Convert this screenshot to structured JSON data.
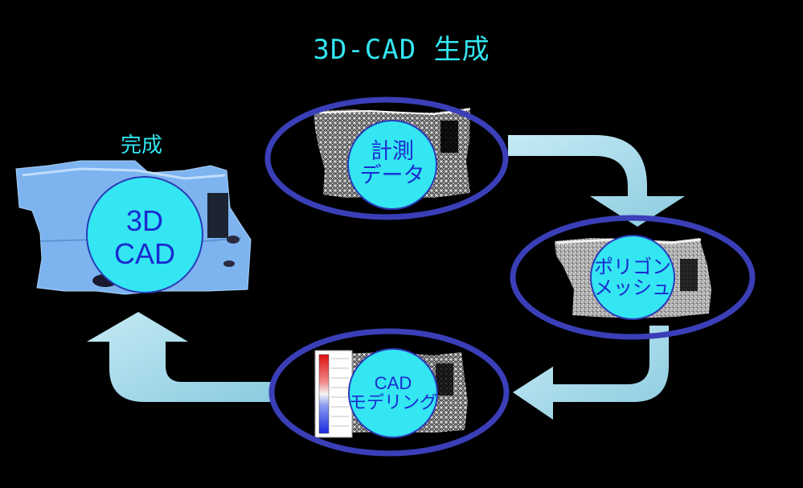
{
  "title": "3D-CAD 生成",
  "completed_label": "完成",
  "nodes": {
    "cad3d": {
      "line1": "3D",
      "line2": "CAD"
    },
    "measurement": {
      "line1": "計測",
      "line2": "データ"
    },
    "polygon": {
      "line1": "ポリゴン",
      "line2": "メッシュ"
    },
    "modeling": {
      "line1": "CAD",
      "line2": "モデリング"
    }
  },
  "colors": {
    "background": "#000000",
    "title_text": "#33e6f2",
    "node_fill": "#33e6f2",
    "node_text": "#1a2bd0",
    "ellipse_stroke": "#3a3fb8",
    "arrow": "#a8dcea",
    "part_blue": "#7db4f0"
  },
  "icons": {
    "part_image": "stamped-metal-part-icon",
    "color_scale": "deviation-color-scale-icon"
  }
}
